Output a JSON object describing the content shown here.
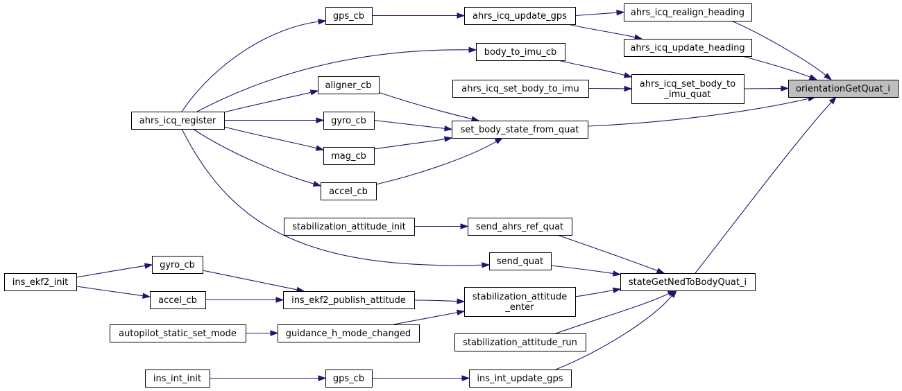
{
  "graph": {
    "nodes": {
      "orientationGetQuat_i": {
        "lines": [
          "orientationGetQuat_i"
        ],
        "target": true
      },
      "ahrs_icq_realign_heading": {
        "lines": [
          "ahrs_icq_realign_heading"
        ]
      },
      "ahrs_icq_update_heading": {
        "lines": [
          "ahrs_icq_update_heading"
        ]
      },
      "ahrs_icq_set_body_to_imu_quat": {
        "lines": [
          "ahrs_icq_set_body_to",
          "_imu_quat"
        ]
      },
      "set_body_state_from_quat": {
        "lines": [
          "set_body_state_from_quat"
        ]
      },
      "stateGetNedToBodyQuat_i": {
        "lines": [
          "stateGetNedToBodyQuat_i"
        ]
      },
      "ahrs_icq_update_gps": {
        "lines": [
          "ahrs_icq_update_gps"
        ]
      },
      "gps_cb_1": {
        "lines": [
          "gps_cb"
        ]
      },
      "body_to_imu_cb": {
        "lines": [
          "body_to_imu_cb"
        ]
      },
      "ahrs_icq_set_body_to_imu": {
        "lines": [
          "ahrs_icq_set_body_to_imu"
        ]
      },
      "aligner_cb": {
        "lines": [
          "aligner_cb"
        ]
      },
      "gyro_cb_1": {
        "lines": [
          "gyro_cb"
        ]
      },
      "mag_cb": {
        "lines": [
          "mag_cb"
        ]
      },
      "accel_cb_1": {
        "lines": [
          "accel_cb"
        ]
      },
      "ahrs_icq_register": {
        "lines": [
          "ahrs_icq_register"
        ]
      },
      "send_ahrs_ref_quat": {
        "lines": [
          "send_ahrs_ref_quat"
        ]
      },
      "stabilization_attitude_init": {
        "lines": [
          "stabilization_attitude_init"
        ]
      },
      "send_quat": {
        "lines": [
          "send_quat"
        ]
      },
      "stabilization_attitude_enter": {
        "lines": [
          "stabilization_attitude",
          "_enter"
        ]
      },
      "stabilization_attitude_run": {
        "lines": [
          "stabilization_attitude_run"
        ]
      },
      "ins_int_update_gps": {
        "lines": [
          "ins_int_update_gps"
        ]
      },
      "gps_cb_2": {
        "lines": [
          "gps_cb"
        ]
      },
      "ins_int_init": {
        "lines": [
          "ins_int_init"
        ]
      },
      "ins_ekf2_publish_attitude": {
        "lines": [
          "ins_ekf2_publish_attitude"
        ]
      },
      "gyro_cb_2": {
        "lines": [
          "gyro_cb"
        ]
      },
      "accel_cb_2": {
        "lines": [
          "accel_cb"
        ]
      },
      "ins_ekf2_init": {
        "lines": [
          "ins_ekf2_init"
        ]
      },
      "guidance_h_mode_changed": {
        "lines": [
          "guidance_h_mode_changed"
        ]
      },
      "autopilot_static_set_mode": {
        "lines": [
          "autopilot_static_set_mode"
        ]
      }
    },
    "edges": [
      {
        "from": "ahrs_icq_realign_heading",
        "to": "orientationGetQuat_i"
      },
      {
        "from": "ahrs_icq_update_heading",
        "to": "orientationGetQuat_i"
      },
      {
        "from": "ahrs_icq_set_body_to_imu_quat",
        "to": "orientationGetQuat_i"
      },
      {
        "from": "set_body_state_from_quat",
        "to": "orientationGetQuat_i"
      },
      {
        "from": "stateGetNedToBodyQuat_i",
        "to": "orientationGetQuat_i"
      },
      {
        "from": "ahrs_icq_update_gps",
        "to": "ahrs_icq_realign_heading"
      },
      {
        "from": "ahrs_icq_update_gps",
        "to": "ahrs_icq_update_heading"
      },
      {
        "from": "gps_cb_1",
        "to": "ahrs_icq_update_gps"
      },
      {
        "from": "ahrs_icq_register",
        "to": "gps_cb_1"
      },
      {
        "from": "body_to_imu_cb",
        "to": "ahrs_icq_set_body_to_imu_quat"
      },
      {
        "from": "ahrs_icq_set_body_to_imu",
        "to": "ahrs_icq_set_body_to_imu_quat"
      },
      {
        "from": "ahrs_icq_register",
        "to": "body_to_imu_cb"
      },
      {
        "from": "aligner_cb",
        "to": "set_body_state_from_quat"
      },
      {
        "from": "gyro_cb_1",
        "to": "set_body_state_from_quat"
      },
      {
        "from": "mag_cb",
        "to": "set_body_state_from_quat"
      },
      {
        "from": "accel_cb_1",
        "to": "set_body_state_from_quat"
      },
      {
        "from": "ahrs_icq_register",
        "to": "aligner_cb"
      },
      {
        "from": "ahrs_icq_register",
        "to": "gyro_cb_1"
      },
      {
        "from": "ahrs_icq_register",
        "to": "mag_cb"
      },
      {
        "from": "ahrs_icq_register",
        "to": "accel_cb_1"
      },
      {
        "from": "ahrs_icq_register",
        "to": "send_quat"
      },
      {
        "from": "send_ahrs_ref_quat",
        "to": "stateGetNedToBodyQuat_i"
      },
      {
        "from": "stabilization_attitude_init",
        "to": "send_ahrs_ref_quat"
      },
      {
        "from": "send_quat",
        "to": "stateGetNedToBodyQuat_i"
      },
      {
        "from": "stabilization_attitude_enter",
        "to": "stateGetNedToBodyQuat_i"
      },
      {
        "from": "stabilization_attitude_run",
        "to": "stateGetNedToBodyQuat_i"
      },
      {
        "from": "ins_int_update_gps",
        "to": "stateGetNedToBodyQuat_i"
      },
      {
        "from": "gps_cb_2",
        "to": "ins_int_update_gps"
      },
      {
        "from": "ins_int_init",
        "to": "gps_cb_2"
      },
      {
        "from": "ins_ekf2_publish_attitude",
        "to": "stabilization_attitude_enter"
      },
      {
        "from": "guidance_h_mode_changed",
        "to": "stabilization_attitude_enter"
      },
      {
        "from": "gyro_cb_2",
        "to": "ins_ekf2_publish_attitude"
      },
      {
        "from": "accel_cb_2",
        "to": "ins_ekf2_publish_attitude"
      },
      {
        "from": "ins_ekf2_init",
        "to": "gyro_cb_2"
      },
      {
        "from": "ins_ekf2_init",
        "to": "accel_cb_2"
      },
      {
        "from": "autopilot_static_set_mode",
        "to": "guidance_h_mode_changed"
      }
    ]
  }
}
